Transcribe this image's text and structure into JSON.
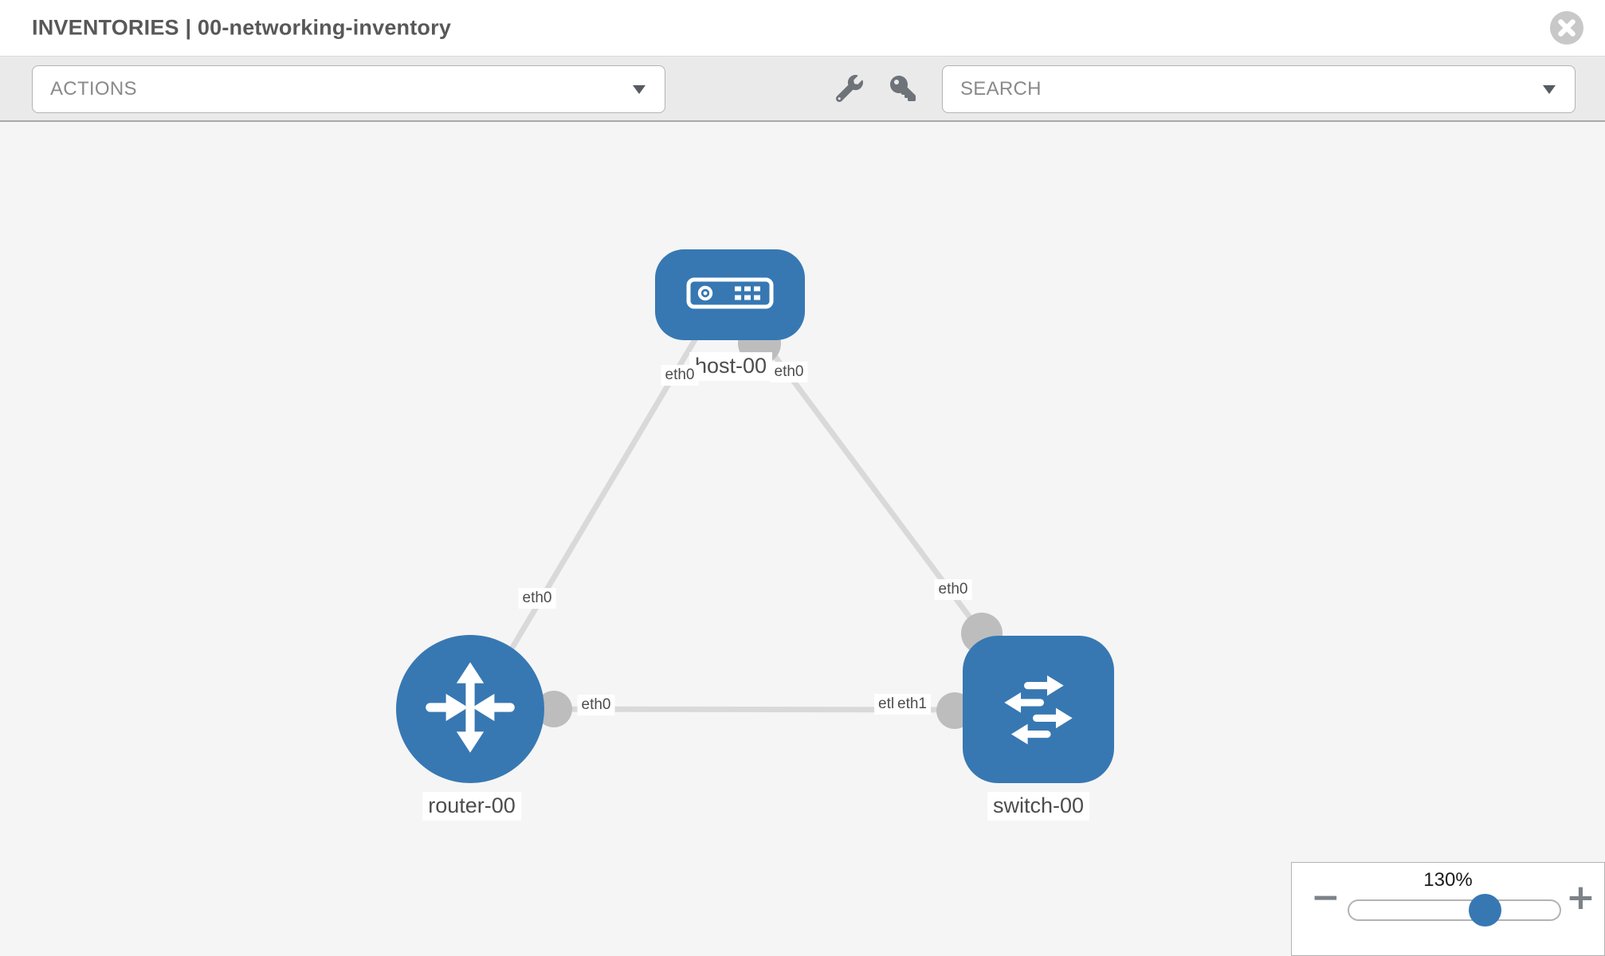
{
  "header": {
    "title": "INVENTORIES | 00-networking-inventory"
  },
  "toolbar": {
    "actions_dropdown": {
      "label": "ACTIONS"
    },
    "tool_icons": [
      "wrench-icon",
      "key-icon"
    ],
    "search_dropdown": {
      "label": "SEARCH"
    }
  },
  "topology": {
    "nodes": [
      {
        "id": "host-00",
        "label": "host-00",
        "type": "host",
        "icon": "host-icon"
      },
      {
        "id": "router-00",
        "label": "router-00",
        "type": "router",
        "icon": "router-icon"
      },
      {
        "id": "switch-00",
        "label": "switch-00",
        "type": "switch",
        "icon": "switch-icon"
      }
    ],
    "links": [
      {
        "from": "host-00",
        "from_if": "eth0",
        "to": "router-00",
        "to_if": "eth0"
      },
      {
        "from": "host-00",
        "from_if": "eth0",
        "to": "switch-00",
        "to_if": "eth0"
      },
      {
        "from": "router-00",
        "from_if": "eth0",
        "to": "switch-00",
        "to_if": "eth1",
        "to_if_overlap": "eth0"
      }
    ]
  },
  "zoom_panel": {
    "value": "130%",
    "minus": "−",
    "plus": "+"
  },
  "colors": {
    "node_blue": "#3778b3",
    "link_gray": "#d9d9d9",
    "dot_gray": "#bdbdbd",
    "toolbar_bg": "#eaeaea",
    "canvas_bg": "#f5f5f5",
    "close_gray": "#c8c8c8"
  }
}
